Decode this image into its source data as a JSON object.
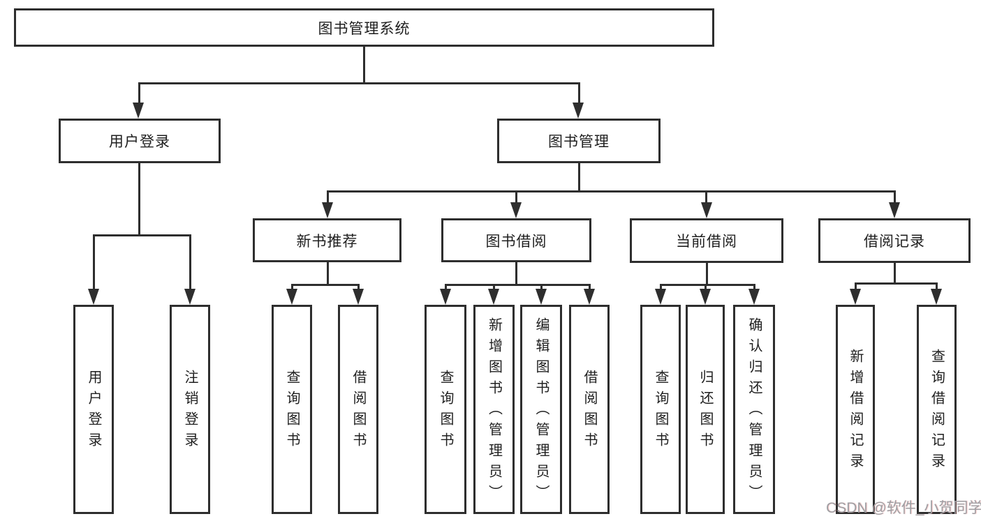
{
  "tree": {
    "label": "图书管理系统",
    "children": [
      {
        "label": "用户登录",
        "children": [
          {
            "label": "用户登录"
          },
          {
            "label": "注销登录"
          }
        ]
      },
      {
        "label": "图书管理",
        "children": [
          {
            "label": "新书推荐",
            "children": [
              {
                "label": "查询图书"
              },
              {
                "label": "借阅图书"
              }
            ]
          },
          {
            "label": "图书借阅",
            "children": [
              {
                "label": "查询图书"
              },
              {
                "label": "新增图书（管理员）"
              },
              {
                "label": "编辑图书（管理员）"
              },
              {
                "label": "借阅图书"
              }
            ]
          },
          {
            "label": "当前借阅",
            "children": [
              {
                "label": "查询图书"
              },
              {
                "label": "归还图书"
              },
              {
                "label": "确认归还（管理员）"
              }
            ]
          },
          {
            "label": "借阅记录",
            "children": [
              {
                "label": "新增借阅记录"
              },
              {
                "label": "查询借阅记录"
              }
            ]
          }
        ]
      }
    ]
  },
  "colors": {
    "line": "#2e2e2e",
    "box_border": "#2e2e2e",
    "text": "#1f1f1f",
    "watermark": "#9fa0a4"
  },
  "watermark": {
    "text": "CSDN @软件_小贺同学"
  }
}
